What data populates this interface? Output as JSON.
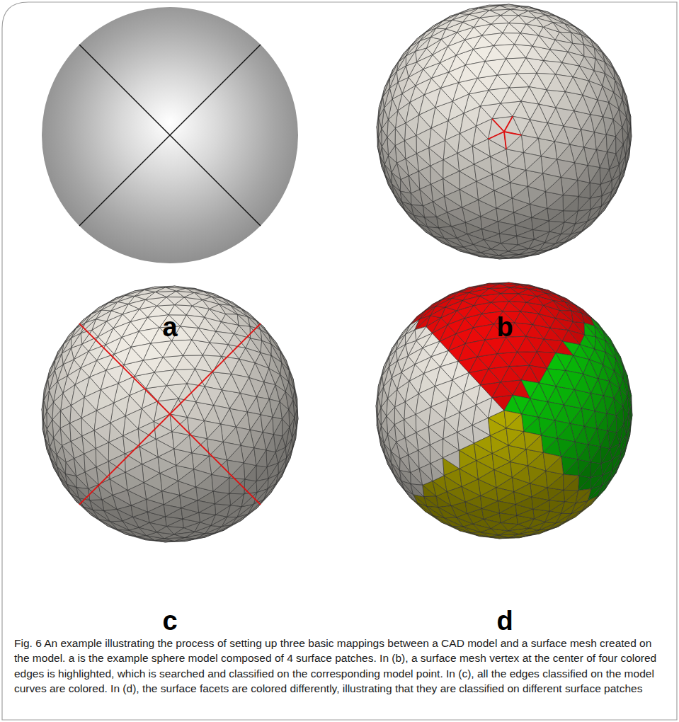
{
  "diagram": {
    "caption": "Fig. 6 An example illustrating the process of setting up three basic mappings between a CAD model and a surface mesh created on the model. a is the example sphere model composed of 4 surface patches. In (b), a surface mesh vertex at the center of four colored edges is highlighted, which is searched and classified on the corresponding model point. In (c), all the edges classified on the model curves are colored. In (d), the surface facets are colored differently, illustrating that they are classified on different surface patches",
    "labels": [
      "a",
      "b",
      "c",
      "d"
    ]
  }
}
